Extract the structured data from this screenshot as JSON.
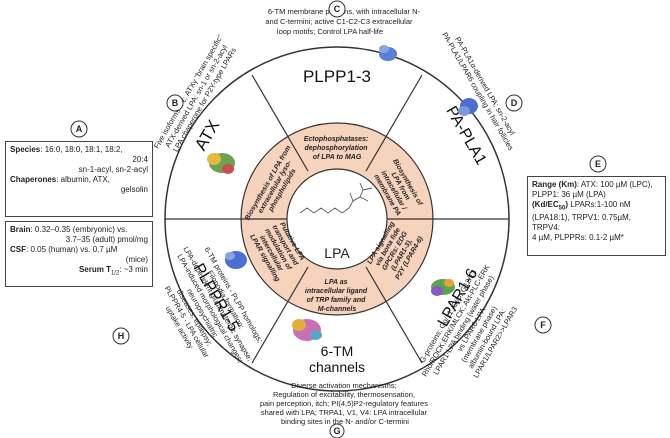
{
  "center": {
    "label": "LPA"
  },
  "segments": [
    {
      "name": "PLPP1-3"
    },
    {
      "name": "PA-PLA1"
    },
    {
      "name": "LPAR1-6"
    },
    {
      "name": "6-TM channels"
    },
    {
      "name": "PLPPR1-5"
    },
    {
      "name": "ATX"
    }
  ],
  "inner_texts": {
    "top": [
      "Ectophosphatases:",
      "dephosphorylation",
      "of LPA to MAG"
    ],
    "top_right": [
      "Biosynthesis of",
      "LPA from",
      "intracellular /",
      "membrane PA"
    ],
    "bottom_right": [
      "LPA signalling",
      "via bona fide",
      "GPCRs: EDG",
      "(LPAR1-3),",
      "P2Y (LPAR4-6)"
    ],
    "bottom": [
      "LPA as",
      "intracellular ligand",
      "of TRP family and",
      "M-channels"
    ],
    "bottom_left": [
      "Putative LPA",
      "transport and",
      "modulation of",
      "intercellular",
      "LPAR signalling"
    ],
    "top_left": [
      "Biosynthesis of LPA from",
      "extracellular lyso-",
      "phospholipids"
    ]
  },
  "circle_labels": [
    "A",
    "B",
    "C",
    "D",
    "E",
    "F",
    "G",
    "H"
  ],
  "outer_texts": {
    "C": [
      "6-TM membrane proteins, with intracellular N-",
      "and C-termini; active C1-C2-C3 extracellular",
      "loop motifs; Control  LPA half-life"
    ],
    "B": [
      "Five isoforms α-ε; ATXγ \"brain specific\"",
      "ATX-derived LPA: sn-1 or sn-2-acyl",
      "LPA chaperone for P2Y-type LPARs"
    ],
    "D": [
      "PA-PLA1α-derived LPA: sn-2-acyl",
      "PA-PLA1/LPAR6 coupling in hair follicles"
    ],
    "H": [
      "6-TM proteins - PLPP homologs;",
      "Filopodia formation;",
      "LPA-dependent glutamatergic synapse;",
      "LPA-induced morphological changes;",
      "neuropsychiatric",
      "diseases, epilepsy;",
      "PLPPR4-5 - LPA cellular",
      "uptake activity"
    ],
    "F": [
      "G-proteins: Gq/11, Gi/o, G12/13",
      "Rho/ROCK;ERK/MLCK; Akt-PLC-ERK",
      "LPAR1-LPA binding (water phase)",
      "vs LPAR6-LPA",
      "(membrane phase)",
      "albumin-bound LPA:",
      "LPAR1/LPAR2>>LPAR3"
    ],
    "G": [
      "Diverse activation mechanisms;",
      "Regulation of excitability, thermosensation,",
      "pain perception, itch; PI(4,5)P2-regulatory features",
      "shared with LPA; TRPA1, V1, V4: LPA intracellular",
      "binding sites in the N- and/or C-termini"
    ]
  },
  "box_A": {
    "species_label": "Species",
    "species_value": ": 16:0, 18:0, 18:1, 18:2,",
    "species_value2": "20:4",
    "species_value3": "sn-1-acyl, sn-2-acyl",
    "chaperones_label": "Chaperones",
    "chaperones_value": ": albumin, ATX,",
    "chaperones_value2": "gelsolin"
  },
  "box_A2": {
    "brain_label": "Brain",
    "brain_value": ": 0.32–0.35 (embryonic) vs.",
    "brain_value2": "3.7–35 (adult) pmol/mg",
    "csf_label": "CSF",
    "csf_value": ": 0.05 (human) vs. 0.7 µM",
    "csf_value2": "(mice)",
    "serum_label": "Serum T",
    "serum_sub": "1/2",
    "serum_value": ": ~3 min"
  },
  "box_E": {
    "range_label": "Range (Km)",
    "range_value": ": ATX: 100 µM (LPC),",
    "range_value2": "PLPP1: 36 µM (LPA)",
    "kd_label": "(Kd/EC",
    "kd_sub": "50",
    "kd_label2": ")",
    "kd_value": " LPARs:1-100 nM",
    "kd_value2": "(LPA18:1), TRPV1: 0.75µM, TRPV4:",
    "kd_value3": "4 µM, PLPPRs: 0.1-2 µM*"
  },
  "colors": {
    "inner_fill": "#f6d3bd",
    "ring_stroke": "#333333",
    "bg": "#ffffff"
  }
}
